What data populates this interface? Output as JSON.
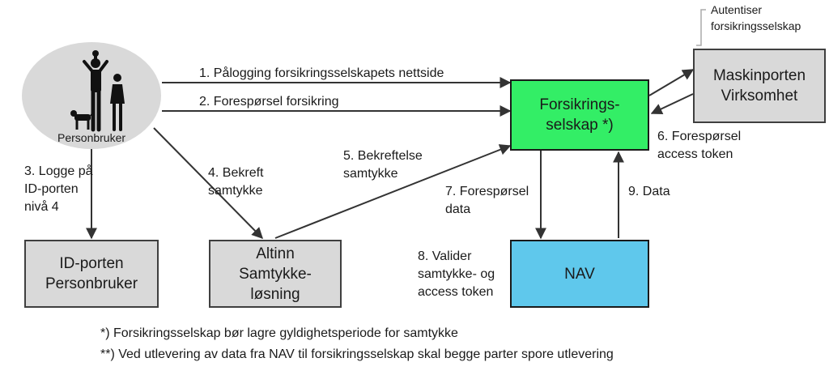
{
  "nodes": {
    "personbruker": "Personbruker",
    "forsikringsselskap": "Forsikrings-\nselskap *)",
    "maskinporten": "Maskinporten\nVirksomhet",
    "idporten": "ID-porten\nPersonbruker",
    "altinn": "Altinn\nSamtykke-\nløsning",
    "nav": "NAV"
  },
  "steps": {
    "s1": "1. Pålogging forsikringsselskapets nettside",
    "s2": "2. Forespørsel forsikring",
    "s3": "3. Logge på\nID-porten\nnivå 4",
    "s4": "4. Bekreft\nsamtykke",
    "s5": "5. Bekreftelse\nsamtykke",
    "s6": "6. Forespørsel\naccess token",
    "s7": "7. Forespørsel\ndata",
    "s8": "8. Valider\nsamtykke- og\naccess token",
    "s9": "9. Data"
  },
  "callout": "Autentiser\nforsikringsselskap",
  "footnotes": {
    "f1": "*) Forsikringsselskap bør lagre gyldighetsperiode for samtykke",
    "f2": "**) Ved utlevering av data fra NAV til forsikringsselskap skal begge parter spore utlevering"
  },
  "colors": {
    "forsikringsselskap_fill": "#33ee66",
    "nav_fill": "#5fc8ec",
    "box_grey": "#d9d9d9",
    "person_ellipse": "#d9d9d9"
  }
}
